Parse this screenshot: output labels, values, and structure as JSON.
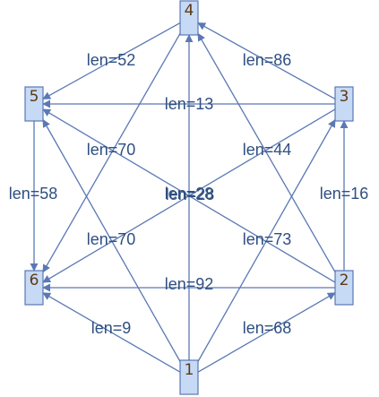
{
  "graph": {
    "style": {
      "edge_color": "#5a78b4",
      "node_fill": "#c6d9f5",
      "node_label_color": "#5b3a14",
      "edge_label_color": "#2f4f80"
    },
    "nodes": [
      {
        "id": "1",
        "label": "1"
      },
      {
        "id": "2",
        "label": "2"
      },
      {
        "id": "3",
        "label": "3"
      },
      {
        "id": "4",
        "label": "4"
      },
      {
        "id": "5",
        "label": "5"
      },
      {
        "id": "6",
        "label": "6"
      }
    ],
    "edges": [
      {
        "from": "4",
        "to": "5",
        "label": "len=52"
      },
      {
        "from": "3",
        "to": "4",
        "label": "len=86"
      },
      {
        "from": "3",
        "to": "5",
        "label": "len=13"
      },
      {
        "from": "4",
        "to": "6",
        "label": "len=70"
      },
      {
        "from": "2",
        "to": "5",
        "label": "len=44"
      },
      {
        "from": "5",
        "to": "6",
        "label": "len=58"
      },
      {
        "from": "1",
        "to": "4",
        "label": "len=28"
      },
      {
        "from": "2",
        "to": "3",
        "label": "len=16"
      },
      {
        "from": "3",
        "to": "6",
        "label": "len=70"
      },
      {
        "from": "2",
        "to": "4",
        "label": "len=73"
      },
      {
        "from": "2",
        "to": "6",
        "label": "len=92"
      },
      {
        "from": "1",
        "to": "6",
        "label": "len=9"
      },
      {
        "from": "1",
        "to": "2",
        "label": "len=68"
      },
      {
        "from": "1",
        "to": "5",
        "label": ""
      },
      {
        "from": "1",
        "to": "3",
        "label": ""
      }
    ],
    "overlapped_label": "len=28"
  }
}
